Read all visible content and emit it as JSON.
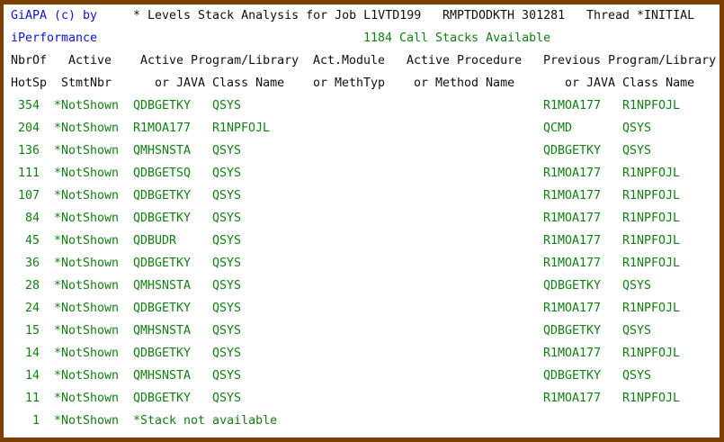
{
  "theme": {
    "border": "#7b3f00",
    "blue": "#1010e0",
    "green": "#108010",
    "black": "#101010"
  },
  "title_line": {
    "vendor": "GiAPA (c) by",
    "title": "* Levels Stack Analysis for Job L1VTD199",
    "job_user_number": "RMPTDODKTH 301281",
    "thread": "Thread *INITIAL"
  },
  "subtitle_line": {
    "vendor2": "iPerformance",
    "stack_count": "1184 Call Stacks Available"
  },
  "headers": {
    "row1": [
      "NbrOf",
      "Active",
      "Active Program/Library",
      "Act.Module",
      "Active Procedure",
      "Previous Program/Library"
    ],
    "row2": [
      "HotSp",
      "StmtNbr",
      "or JAVA Class Name",
      "or MethTyp",
      "or Method Name",
      "or JAVA Class Name"
    ]
  },
  "rows": [
    {
      "hotsp": "354",
      "stmt": "*NotShown",
      "pgm": "QDBGETKY",
      "lib": "QSYS",
      "mod": "",
      "proc": "",
      "prev_pgm": "R1MOA177",
      "prev_lib": "R1NPFOJL"
    },
    {
      "hotsp": "204",
      "stmt": "*NotShown",
      "pgm": "R1MOA177",
      "lib": "R1NPFOJL",
      "mod": "",
      "proc": "",
      "prev_pgm": "QCMD",
      "prev_lib": "QSYS"
    },
    {
      "hotsp": "136",
      "stmt": "*NotShown",
      "pgm": "QMHSNSTA",
      "lib": "QSYS",
      "mod": "",
      "proc": "",
      "prev_pgm": "QDBGETKY",
      "prev_lib": "QSYS"
    },
    {
      "hotsp": "111",
      "stmt": "*NotShown",
      "pgm": "QDBGETSQ",
      "lib": "QSYS",
      "mod": "",
      "proc": "",
      "prev_pgm": "R1MOA177",
      "prev_lib": "R1NPFOJL"
    },
    {
      "hotsp": "107",
      "stmt": "*NotShown",
      "pgm": "QDBGETKY",
      "lib": "QSYS",
      "mod": "",
      "proc": "",
      "prev_pgm": "R1MOA177",
      "prev_lib": "R1NPFOJL"
    },
    {
      "hotsp": "84",
      "stmt": "*NotShown",
      "pgm": "QDBGETKY",
      "lib": "QSYS",
      "mod": "",
      "proc": "",
      "prev_pgm": "R1MOA177",
      "prev_lib": "R1NPFOJL"
    },
    {
      "hotsp": "45",
      "stmt": "*NotShown",
      "pgm": "QDBUDR",
      "lib": "QSYS",
      "mod": "",
      "proc": "",
      "prev_pgm": "R1MOA177",
      "prev_lib": "R1NPFOJL"
    },
    {
      "hotsp": "36",
      "stmt": "*NotShown",
      "pgm": "QDBGETKY",
      "lib": "QSYS",
      "mod": "",
      "proc": "",
      "prev_pgm": "R1MOA177",
      "prev_lib": "R1NPFOJL"
    },
    {
      "hotsp": "28",
      "stmt": "*NotShown",
      "pgm": "QMHSNSTA",
      "lib": "QSYS",
      "mod": "",
      "proc": "",
      "prev_pgm": "QDBGETKY",
      "prev_lib": "QSYS"
    },
    {
      "hotsp": "24",
      "stmt": "*NotShown",
      "pgm": "QDBGETKY",
      "lib": "QSYS",
      "mod": "",
      "proc": "",
      "prev_pgm": "R1MOA177",
      "prev_lib": "R1NPFOJL"
    },
    {
      "hotsp": "15",
      "stmt": "*NotShown",
      "pgm": "QMHSNSTA",
      "lib": "QSYS",
      "mod": "",
      "proc": "",
      "prev_pgm": "QDBGETKY",
      "prev_lib": "QSYS"
    },
    {
      "hotsp": "14",
      "stmt": "*NotShown",
      "pgm": "QDBGETKY",
      "lib": "QSYS",
      "mod": "",
      "proc": "",
      "prev_pgm": "R1MOA177",
      "prev_lib": "R1NPFOJL"
    },
    {
      "hotsp": "14",
      "stmt": "*NotShown",
      "pgm": "QMHSNSTA",
      "lib": "QSYS",
      "mod": "",
      "proc": "",
      "prev_pgm": "QDBGETKY",
      "prev_lib": "QSYS"
    },
    {
      "hotsp": "11",
      "stmt": "*NotShown",
      "pgm": "QDBGETKY",
      "lib": "QSYS",
      "mod": "",
      "proc": "",
      "prev_pgm": "R1MOA177",
      "prev_lib": "R1NPFOJL"
    },
    {
      "hotsp": "1",
      "stmt": "*NotShown",
      "pgm": "*Stack not available",
      "lib": "",
      "mod": "",
      "proc": "",
      "prev_pgm": "",
      "prev_lib": ""
    }
  ]
}
